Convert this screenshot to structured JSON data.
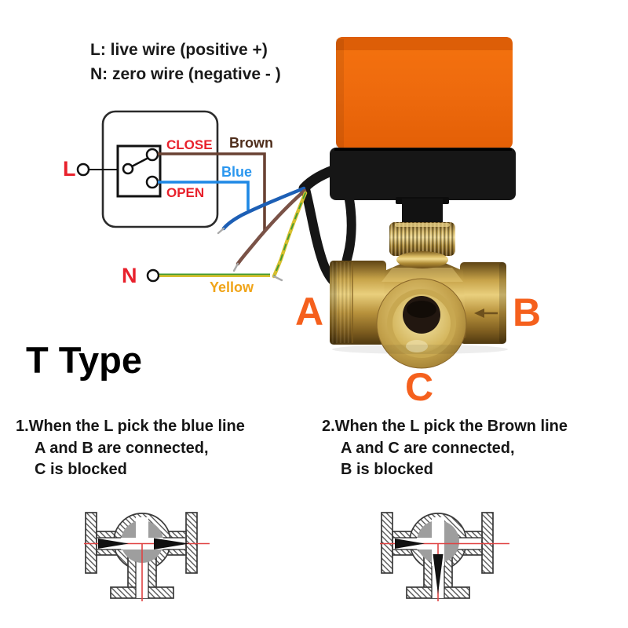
{
  "legend": {
    "live": "L: live wire (positive +)",
    "zero": "N: zero wire (negative - )"
  },
  "wiring": {
    "l": "L",
    "n": "N",
    "close": "CLOSE",
    "open": "OPEN",
    "brown": "Brown",
    "blue": "Blue",
    "yellow": "Yellow"
  },
  "ports": {
    "a": "A",
    "b": "B",
    "c": "C"
  },
  "title": "T Type",
  "notes": [
    {
      "l1": "1.When the L pick the blue line",
      "l2": "A and B are connected,",
      "l3": "C is blocked"
    },
    {
      "l1": "2.When the L pick the Brown line",
      "l2": "A and C are connected,",
      "l3": "B is blocked"
    }
  ],
  "colors": {
    "actuator_orange": "#EE6A0D",
    "port_label_orange": "#F5601D",
    "terminal_red": "#E8212C",
    "wire_brown": "#6A4233",
    "wire_blue": "#1E88E5",
    "wire_yellow": "#D7BF2E",
    "wire_green": "#3F9B35",
    "brass": "#B6923E",
    "diagram_red": "#E04343"
  }
}
